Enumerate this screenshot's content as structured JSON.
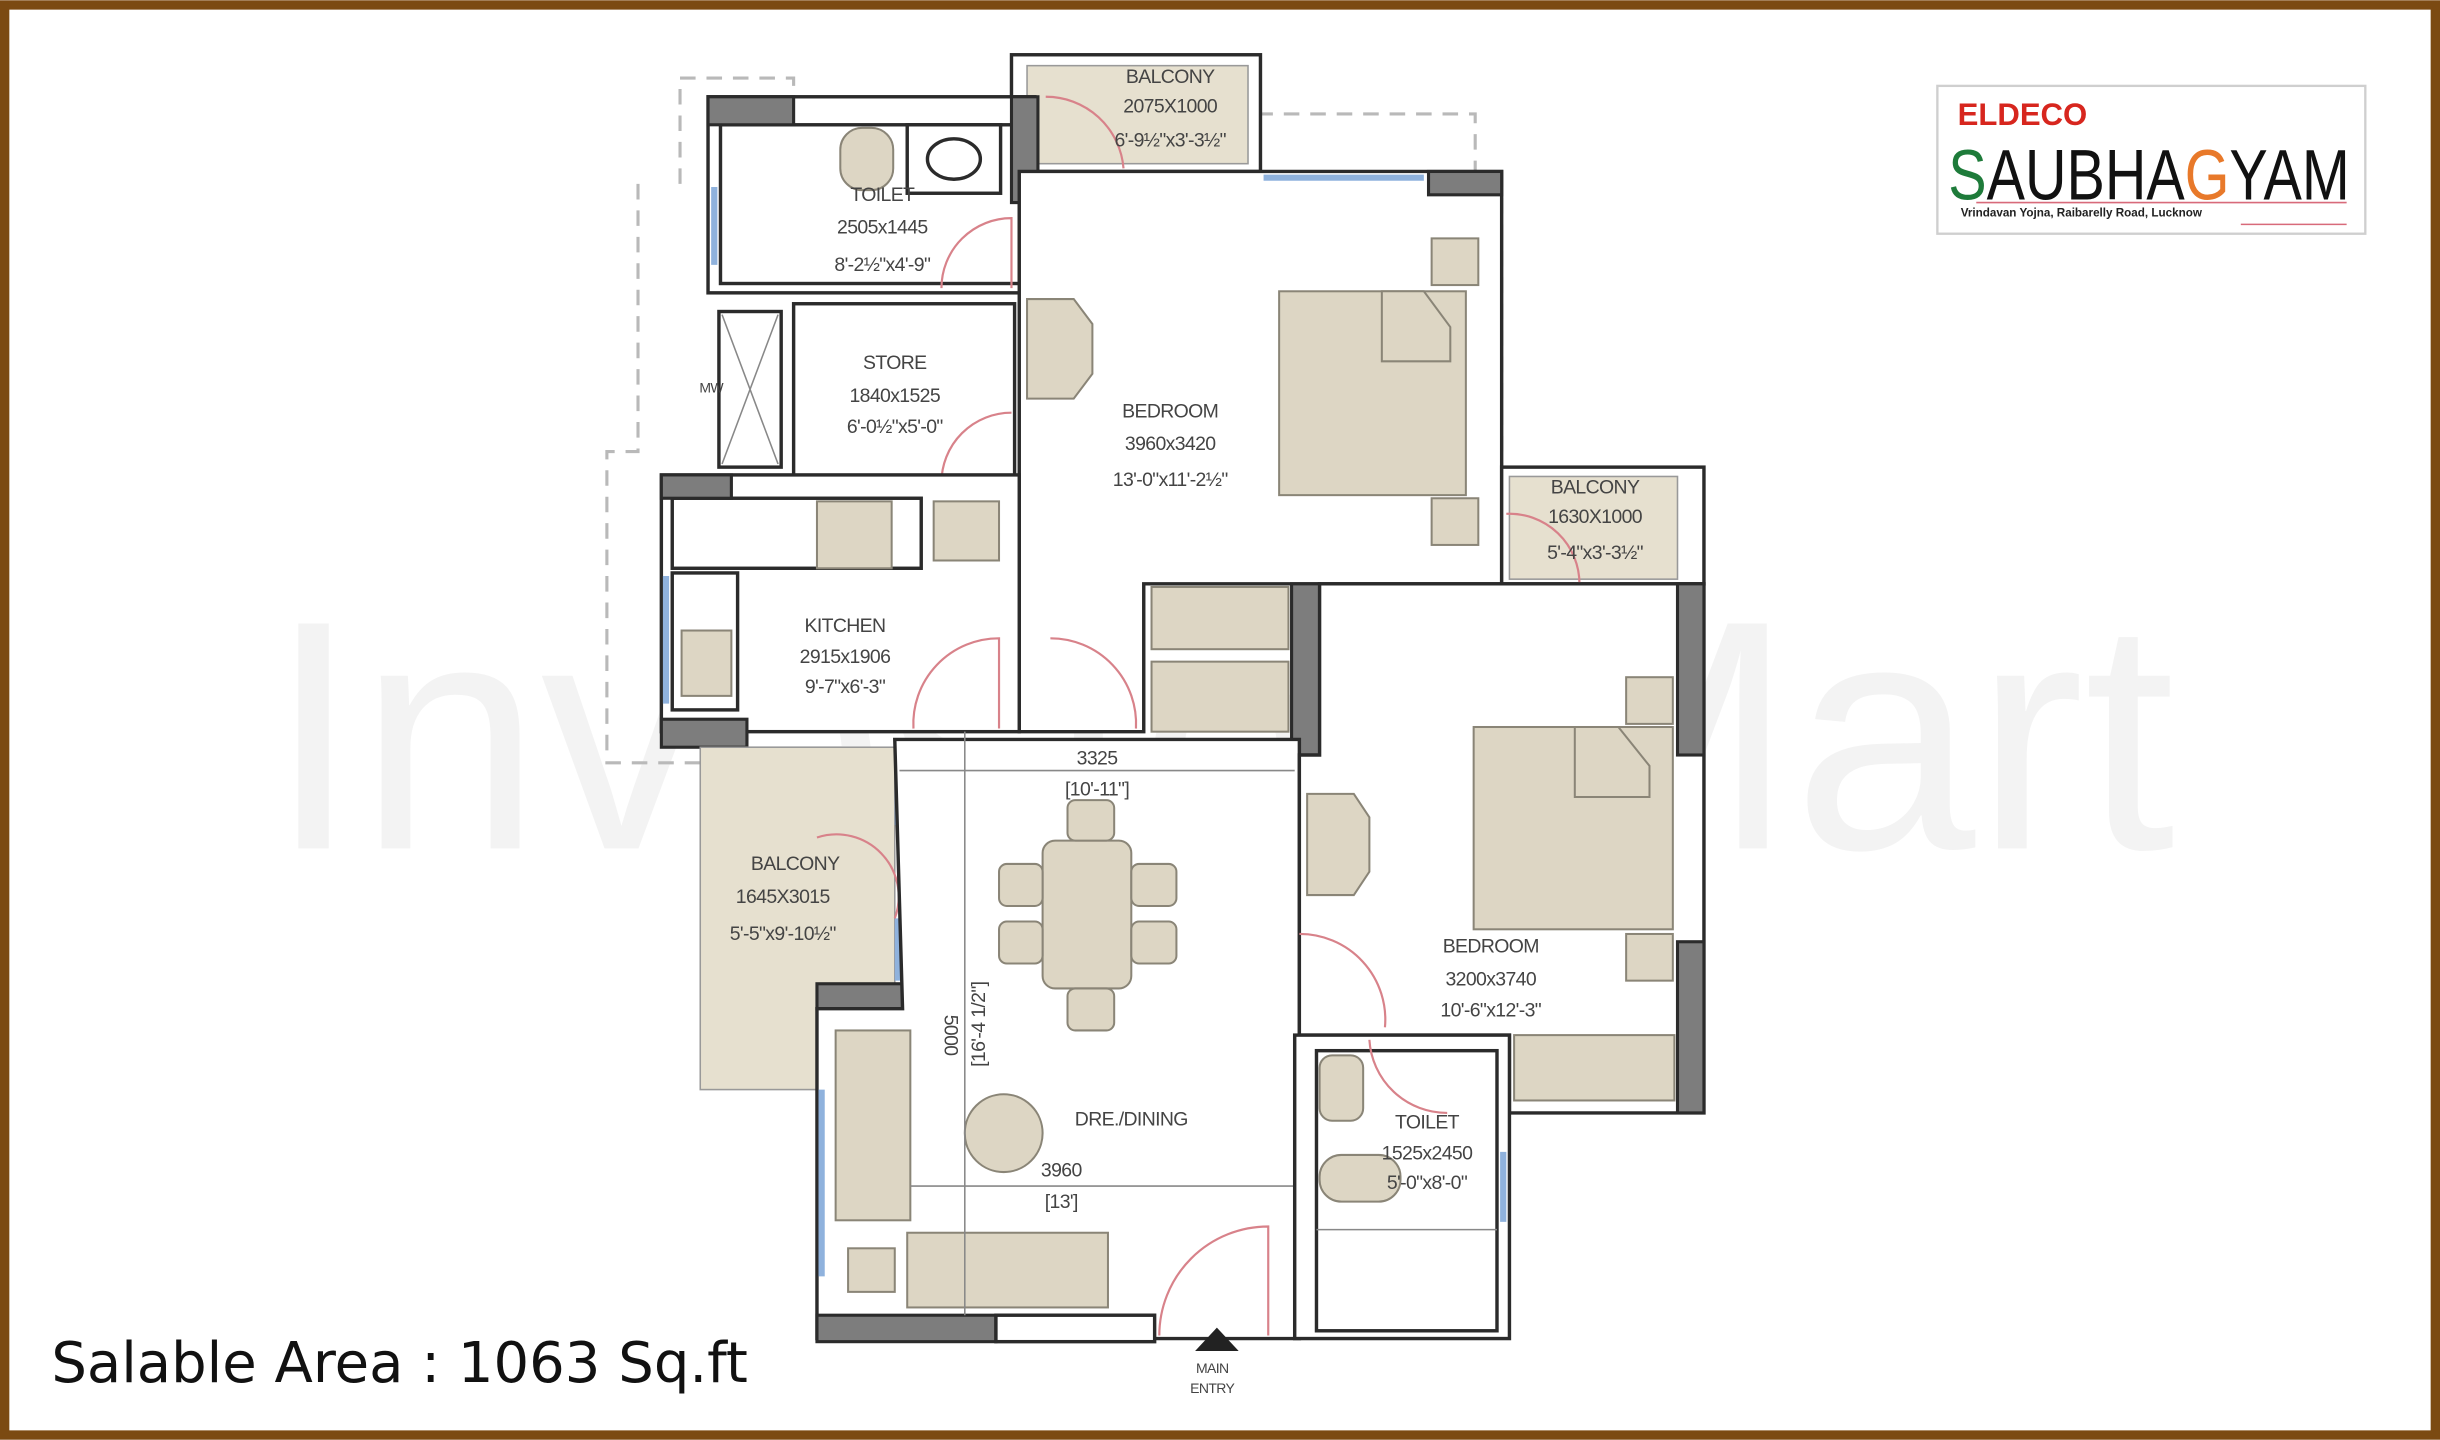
{
  "logo": {
    "brand": "ELDECO",
    "project": "SAUBHAGYAM",
    "project_parts": [
      "S",
      "AUBHA",
      "G",
      "YAM"
    ],
    "tagline": "Vrindavan Yojna, Raibarelly Road, Lucknow",
    "colors": {
      "brand": "#d7261e",
      "s": "#1e7b3a",
      "g": "#e8792a"
    }
  },
  "watermark": "Investor Mart",
  "salable_area": "Salable Area : 1063 Sq.ft",
  "frame_color": "#7b4a12",
  "rooms": {
    "balcony_top": {
      "name": "BALCONY",
      "size_mm": "2075X1000",
      "size_ft": "6'-9½\"x3'-3½\""
    },
    "toilet_1": {
      "name": "TOILET",
      "size_mm": "2505x1445",
      "size_ft": "8'-2½\"x4'-9\""
    },
    "store": {
      "name": "STORE",
      "size_mm": "1840x1525",
      "size_ft": "6'-0½\"x5'-0\""
    },
    "bedroom_1": {
      "name": "BEDROOM",
      "size_mm": "3960x3420",
      "size_ft": "13'-0\"x11'-2½\""
    },
    "kitchen": {
      "name": "KITCHEN",
      "size_mm": "2915x1906",
      "size_ft": "9'-7\"x6'-3\""
    },
    "balcony_right": {
      "name": "BALCONY",
      "size_mm": "1630X1000",
      "size_ft": "5'-4\"x3'-3½\""
    },
    "balcony_left": {
      "name": "BALCONY",
      "size_mm": "1645X3015",
      "size_ft": "5'-5\"x9'-10½\""
    },
    "bedroom_2": {
      "name": "BEDROOM",
      "size_mm": "3200x3740",
      "size_ft": "10'-6\"x12'-3\""
    },
    "drawing_dining": {
      "name": "DRE./DINING"
    },
    "toilet_2": {
      "name": "TOILET",
      "size_mm": "1525x2450",
      "size_ft": "5'-0\"x8'-0\""
    }
  },
  "dimensions": {
    "top": {
      "mm": "3325",
      "ft": "[10'-11\"]"
    },
    "bottom": {
      "mm": "3960",
      "ft": "[13']"
    },
    "vertical": {
      "mm": "5000",
      "ft": "[16'-4 1/2\"]"
    }
  },
  "shaft_label": "MW",
  "entry": {
    "line1": "MAIN",
    "line2": "ENTRY"
  }
}
